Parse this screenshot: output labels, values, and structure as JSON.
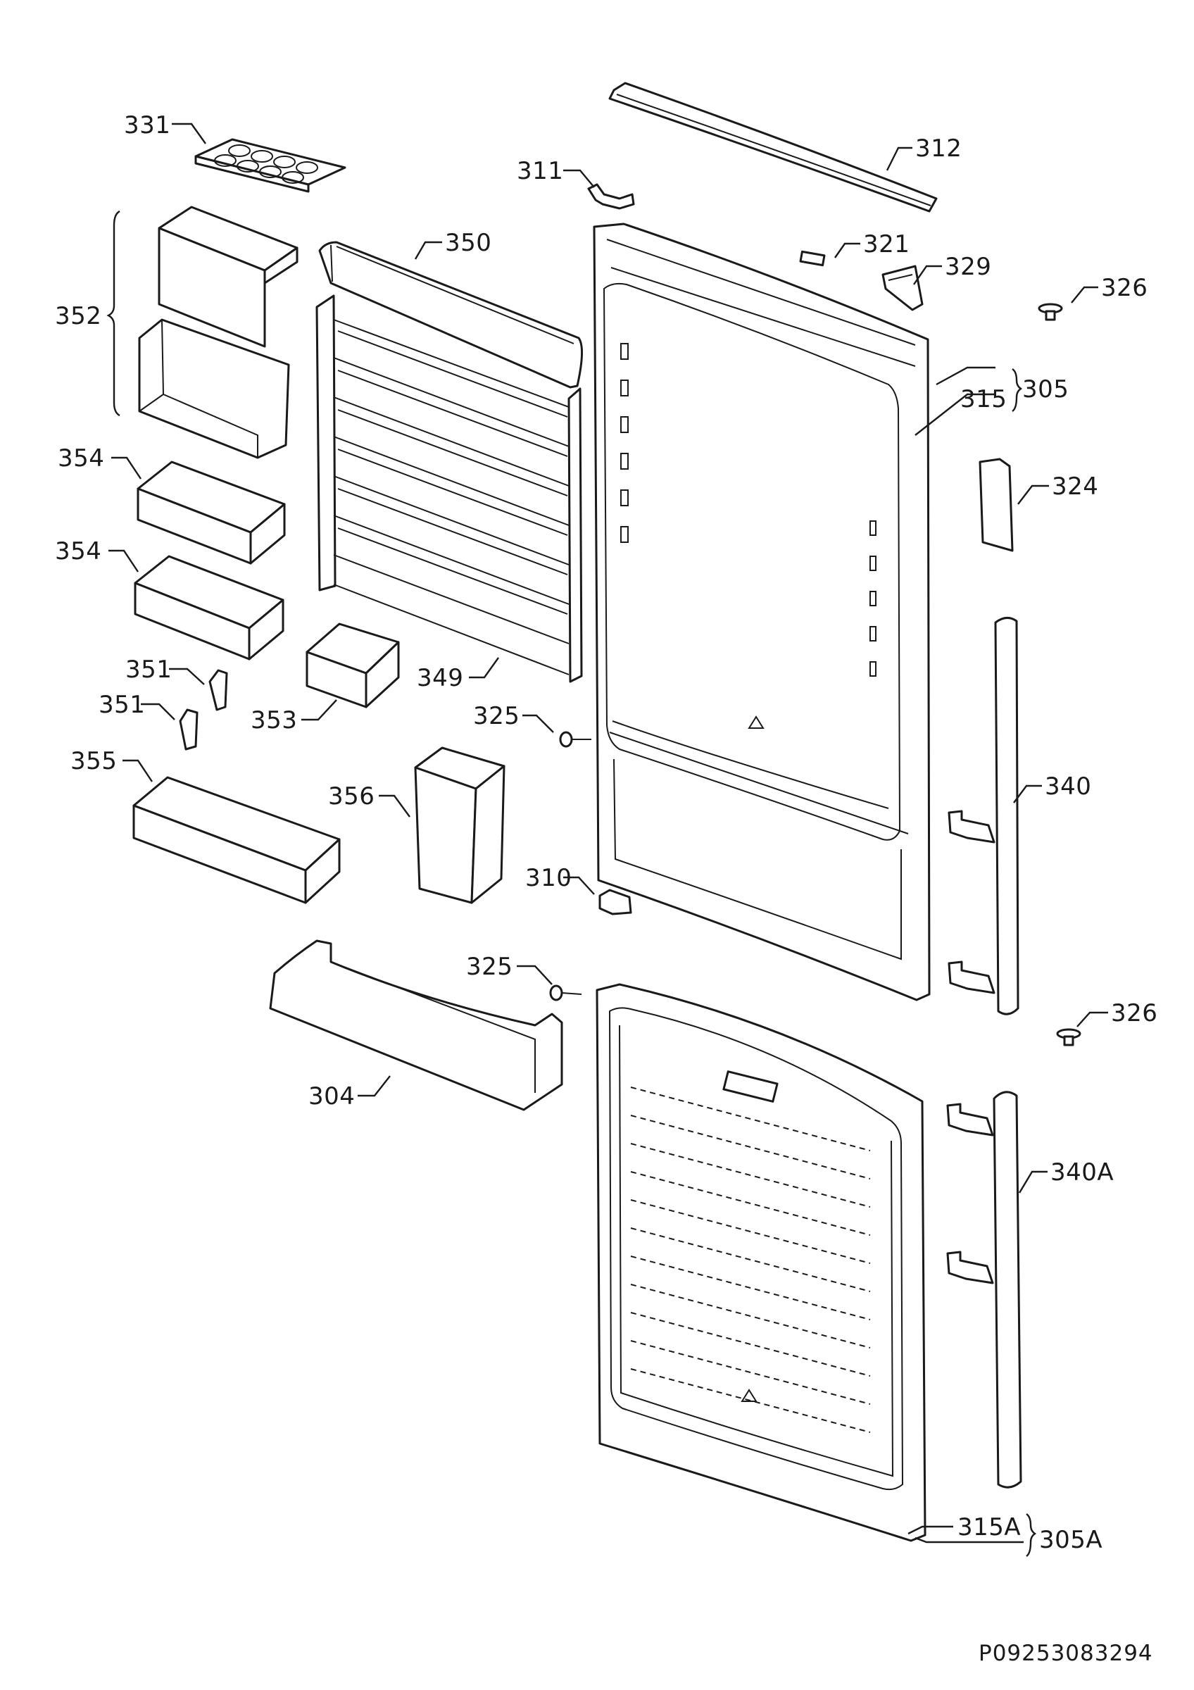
{
  "labels": {
    "l331": "331",
    "l311": "311",
    "l312": "312",
    "l350": "350",
    "l321": "321",
    "l329": "329",
    "l326a": "326",
    "l352": "352",
    "l305": "305",
    "l315": "315",
    "l354a": "354",
    "l324": "324",
    "l354b": "354",
    "l351a": "351",
    "l349": "349",
    "l351b": "351",
    "l353": "353",
    "l325a": "325",
    "l355": "355",
    "l356": "356",
    "l340": "340",
    "l310": "310",
    "l325b": "325",
    "l326b": "326",
    "l304": "304",
    "l340A": "340A",
    "l315A": "315A",
    "l305A": "305A"
  },
  "document_code": "P09253083294"
}
